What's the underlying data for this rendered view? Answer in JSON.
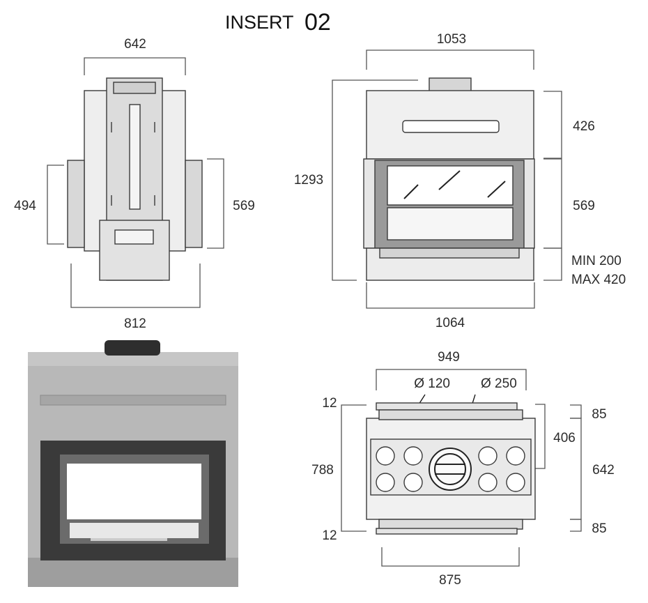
{
  "title": {
    "word": "INSERT",
    "number": "02"
  },
  "top_view": {
    "width_top": "642",
    "height_left": "494",
    "height_right": "569",
    "width_bottom": "812"
  },
  "front_view": {
    "width_top": "1053",
    "height_total": "1293",
    "upper_height": "426",
    "door_height": "569",
    "base_min": "MIN 200",
    "base_max": "MAX 420",
    "width_bottom": "1064"
  },
  "rear_view": {
    "width_top": "949",
    "duct_small": "Ø 120",
    "duct_large": "Ø 250",
    "margin_top": "12",
    "margin_bottom": "12",
    "height_total": "788",
    "frame_top": "85",
    "frame_bottom": "85",
    "outlet_height": "406",
    "body_height": "642",
    "width_bottom": "875"
  },
  "colors": {
    "steel": "#b8b8b8",
    "steel_dark": "#8e8e8e",
    "frame": "#3a3a3a",
    "glass": "#ffffff",
    "line": "#555555"
  }
}
